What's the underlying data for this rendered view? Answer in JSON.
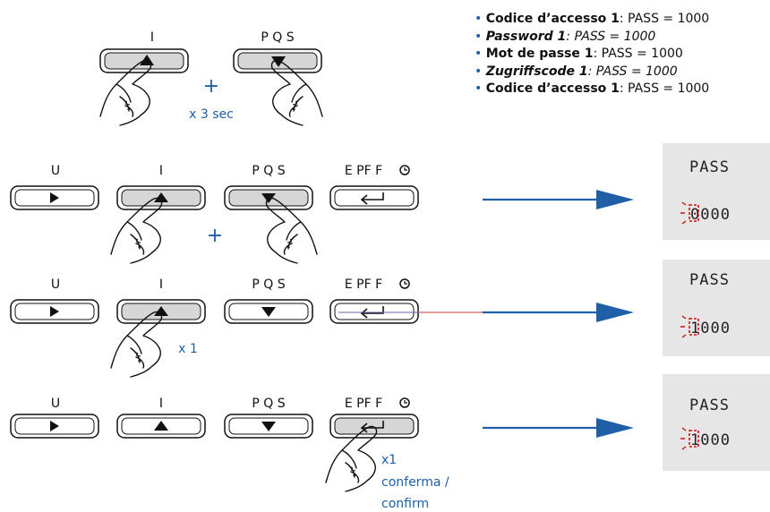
{
  "notes": {
    "line1": {
      "head": "Codice d’accesso 1",
      "tail": ": PASS = 1000"
    },
    "line2": {
      "head": "Password 1",
      "tail": ": PASS = 1000"
    },
    "line3": {
      "head": "Mot de passe 1",
      "tail": ": PASS = 1000"
    },
    "line4": {
      "head": "Zugriffscode 1",
      "tail": ":  PASS = 1000"
    },
    "line5": {
      "head": "Codice d’accesso 1",
      "tail": ": PASS = 1000"
    }
  },
  "labels": {
    "u": "U",
    "i": "I",
    "pqs": "P Q S",
    "epf": "E PF F"
  },
  "top": {
    "plus": "+",
    "duration": "x 3 sec"
  },
  "row1": {
    "plus": "+",
    "display_title": "PASS",
    "display_value": "0000"
  },
  "row2": {
    "count": "x 1",
    "display_title": "PASS",
    "display_value": "1000"
  },
  "row3": {
    "count": "x1",
    "confirm_line1": "conferma /",
    "confirm_line2": "confirm",
    "display_title": "PASS",
    "display_value": "1000"
  },
  "colors": {
    "accent": "#1f5fa8",
    "blink": "#cc1111",
    "panel": "#e6e6e6"
  }
}
